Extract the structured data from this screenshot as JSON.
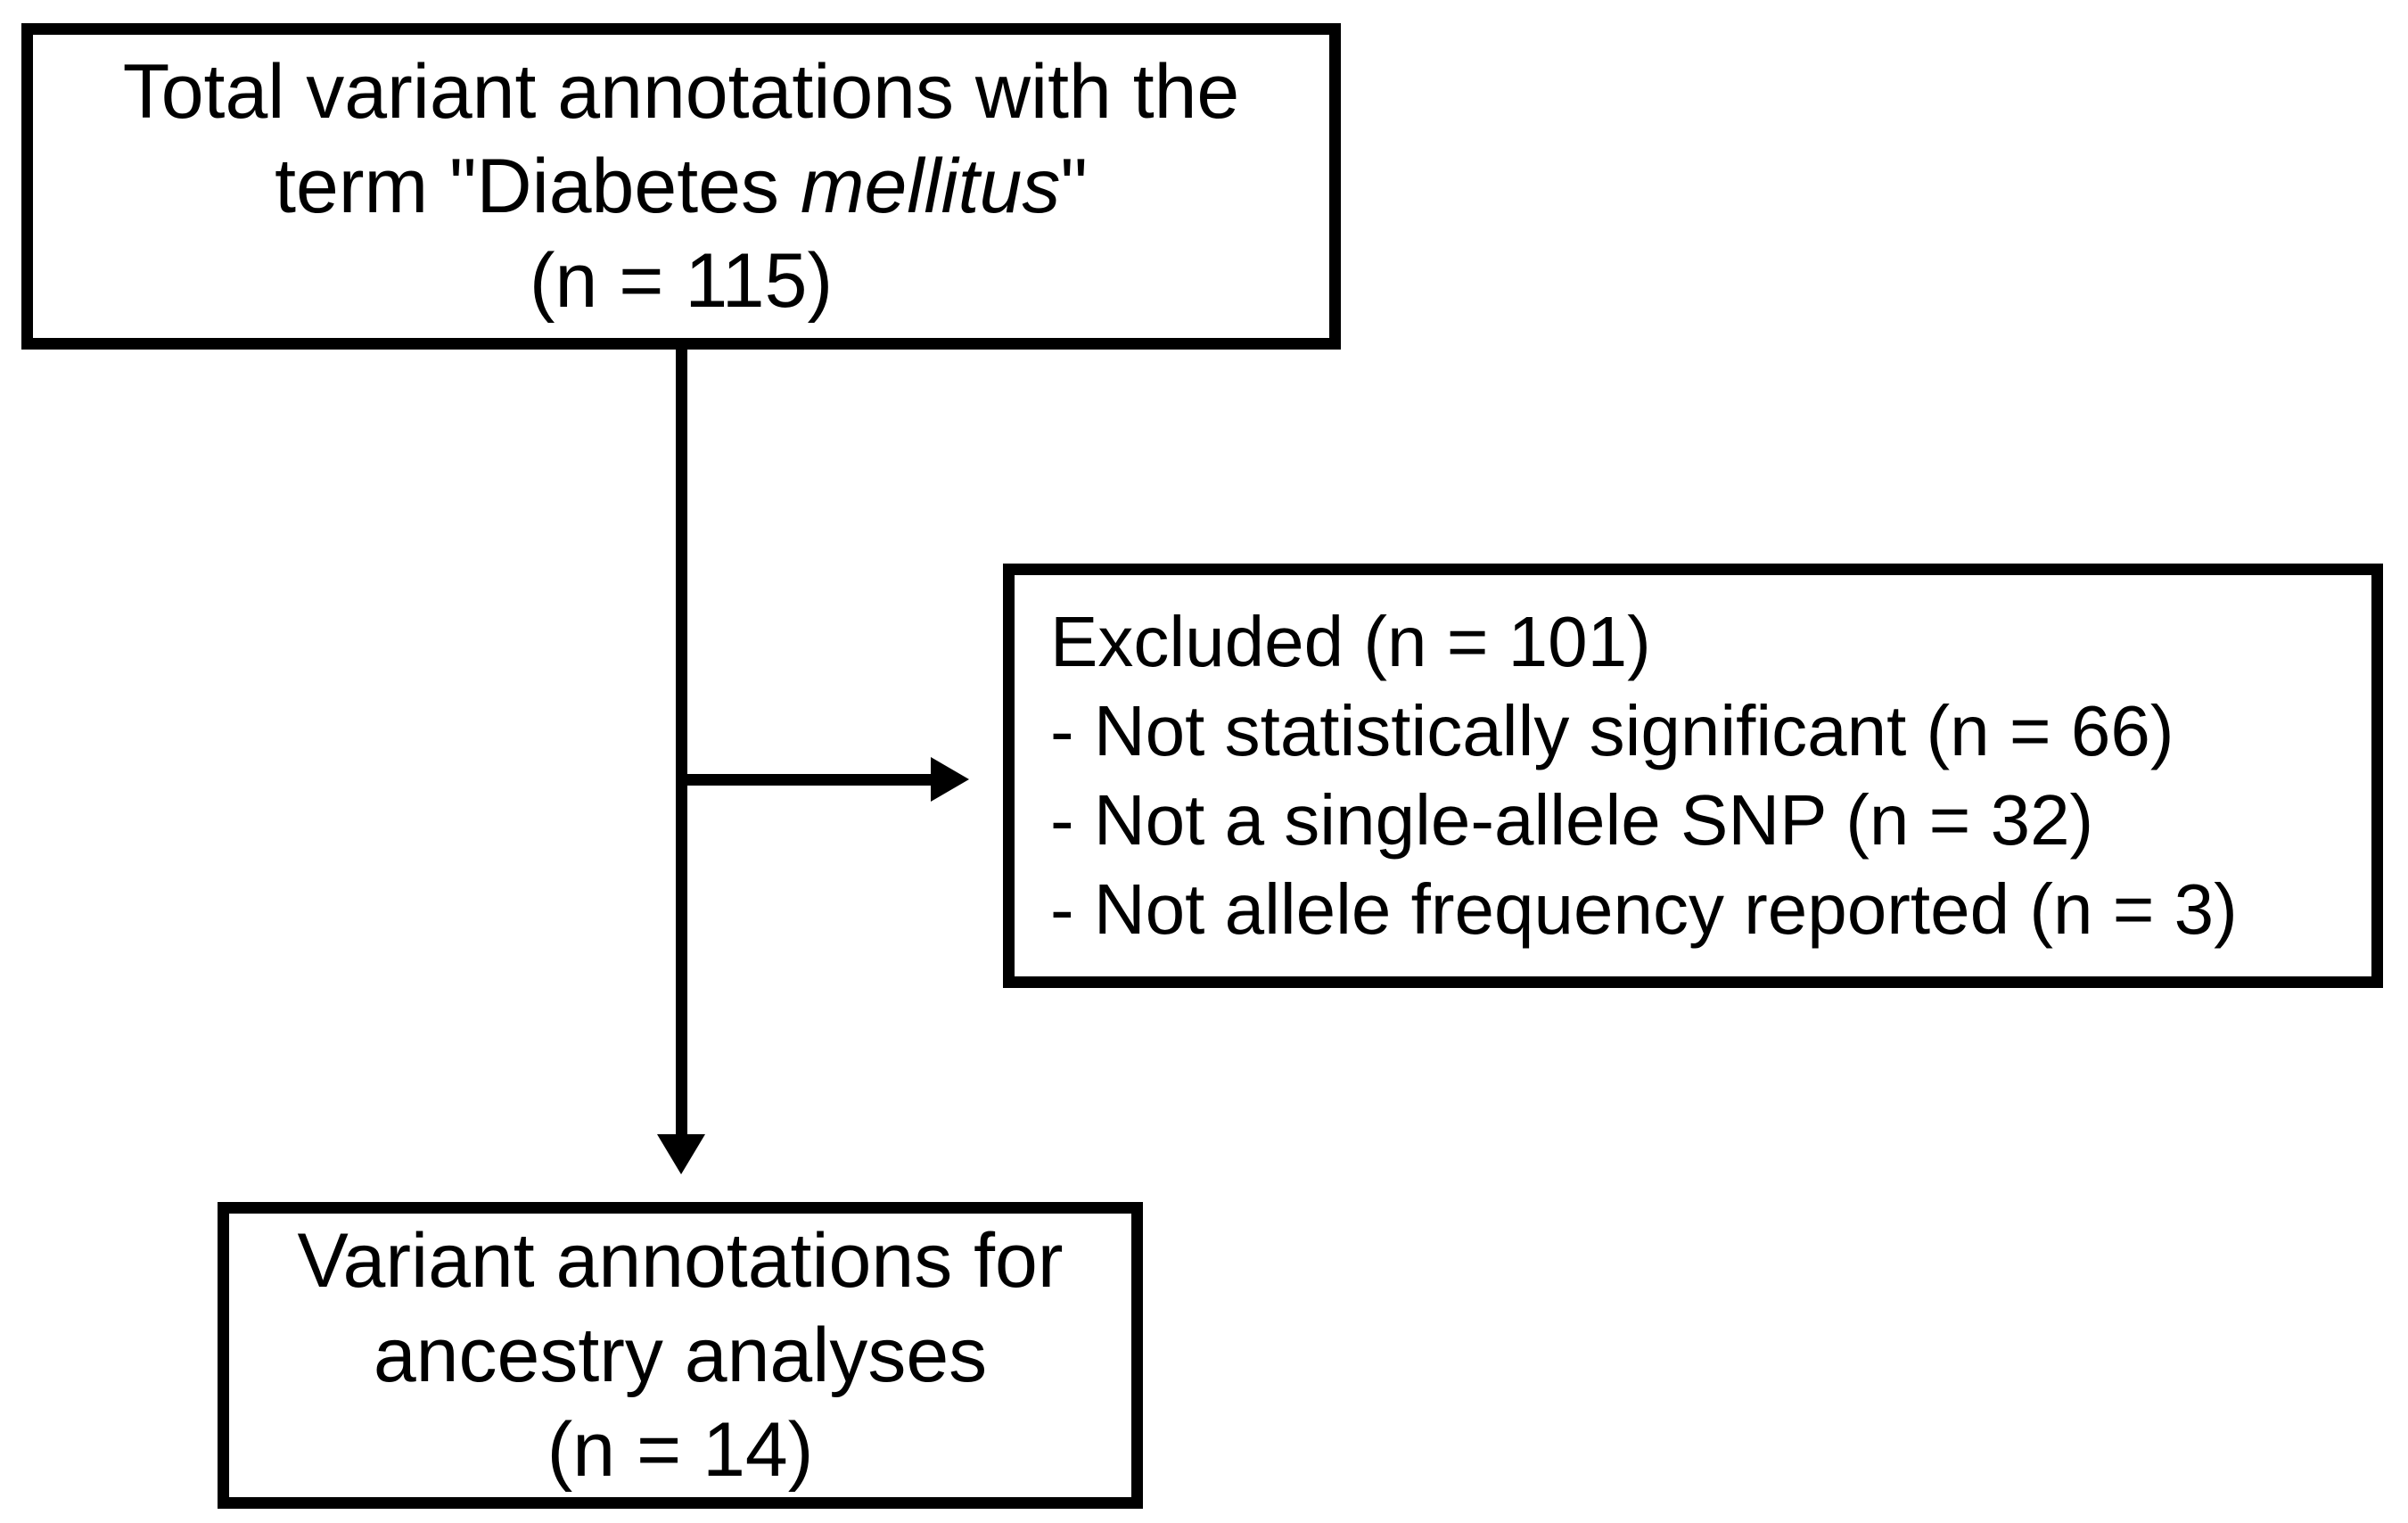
{
  "diagram": {
    "top_box": {
      "line1": "Total variant annotations with the",
      "line2_prefix": "term \"Diabetes ",
      "line2_italic": "mellitus",
      "line2_suffix": "\"",
      "count_line": "(n = 115)"
    },
    "excluded_box": {
      "title": "Excluded (n = 101)",
      "items": [
        "- Not statistically significant (n = 66)",
        "- Not a single-allele SNP (n = 32)",
        "- Not allele frequency reported (n = 3)"
      ]
    },
    "bottom_box": {
      "line1": "Variant annotations for",
      "line2": "ancestry analyses",
      "count_line": "(n = 14)"
    },
    "colors": {
      "line": "#000000",
      "text": "#000000",
      "background": "#ffffff"
    }
  }
}
